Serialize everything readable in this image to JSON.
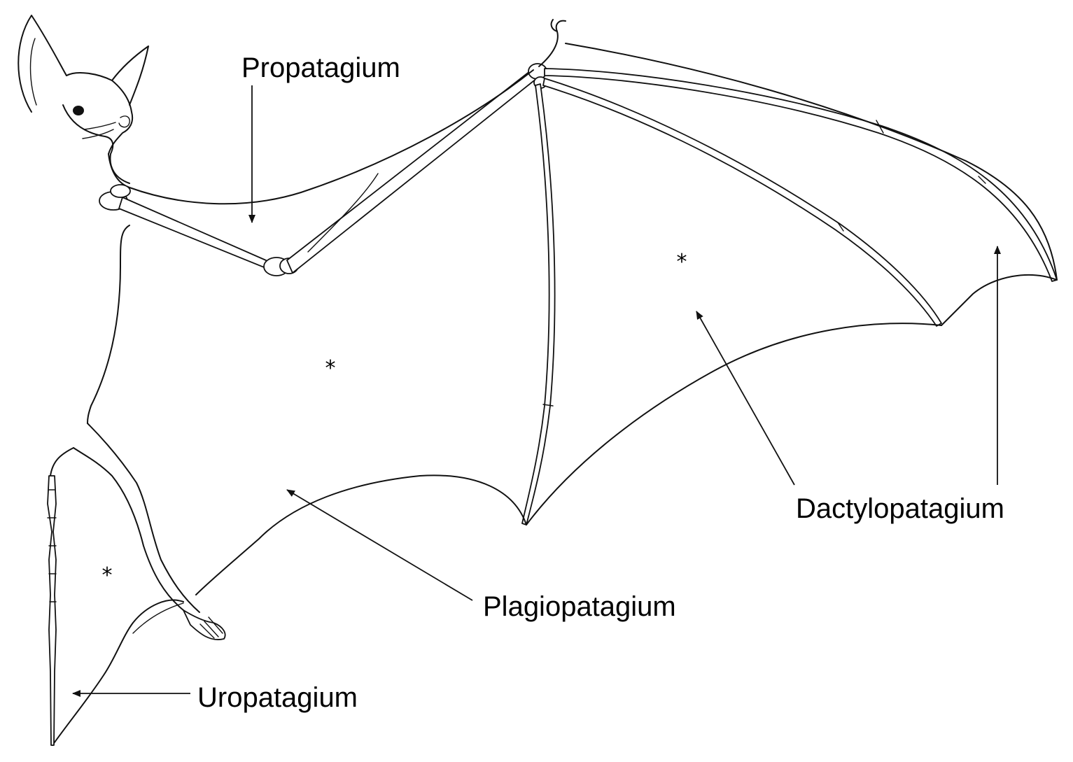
{
  "labels": {
    "propatagium": "Propatagium",
    "dactylopatagium": "Dactylopatagium",
    "plagiopatagium": "Plagiopatagium",
    "uropatagium": "Uropatagium"
  },
  "region_marks": {
    "dactylopatagium": "*",
    "plagiopatagium": "*",
    "uropatagium": "*"
  },
  "colors": {
    "ink": "#111111",
    "background": "#ffffff"
  }
}
